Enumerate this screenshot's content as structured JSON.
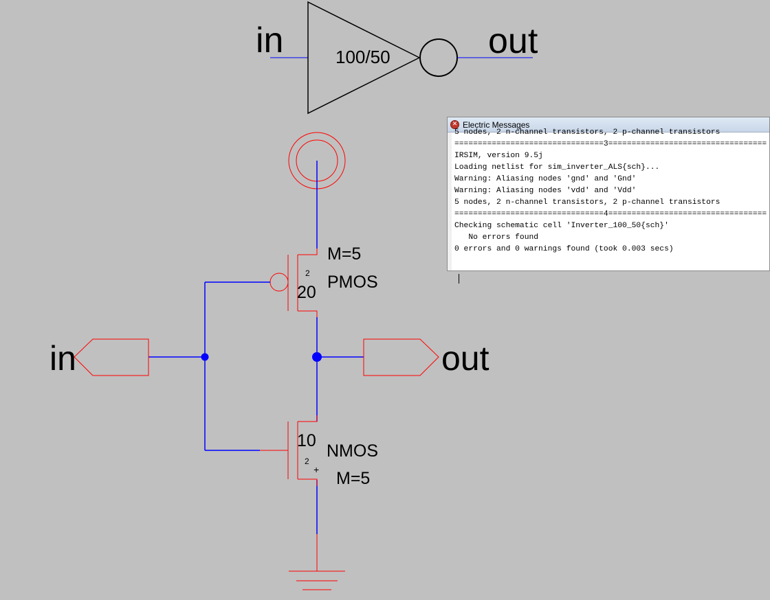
{
  "icon": {
    "label_in": "in",
    "label_out": "out",
    "size_label": "100/50"
  },
  "schematic": {
    "pmos": {
      "mult": "M=5",
      "name": "PMOS",
      "width": "20",
      "length": "2"
    },
    "nmos": {
      "mult": "M=5",
      "name": "NMOS",
      "width": "10",
      "length": "2"
    },
    "port_in": "in",
    "port_out": "out",
    "cursor_glyph": "+"
  },
  "colors": {
    "wire": "#0000ff",
    "component": "#ff0000",
    "node": "#0000ff",
    "background": "#c0c0c0"
  },
  "messages": {
    "title": "Electric Messages",
    "close_icon": "close-icon",
    "lines": [
      "5 nodes, 2 n-channel transistors, 2 p-channel transistors",
      "================================3==================================",
      "IRSIM, version 9.5j",
      "Loading netlist for sim_inverter_ALS{sch}...",
      "Warning: Aliasing nodes 'gnd' and 'Gnd'",
      "Warning: Aliasing nodes 'vdd' and 'Vdd'",
      "5 nodes, 2 n-channel transistors, 2 p-channel transistors",
      "================================4==================================",
      "Checking schematic cell 'Inverter_100_50{sch}'",
      "   No errors found",
      "0 errors and 0 warnings found (took 0.003 secs)"
    ]
  }
}
